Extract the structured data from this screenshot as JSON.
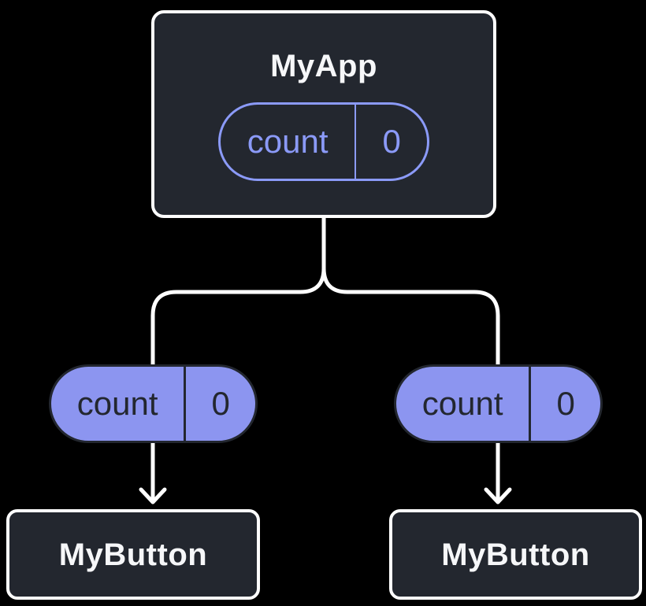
{
  "colors": {
    "background": "#000000",
    "node_fill": "#23272F",
    "node_border": "#FFFFFF",
    "accent_purple": "#8B9AF8",
    "pill_fill": "#8C95F0",
    "pill_dark": "#23272F",
    "connector": "#FFFFFF"
  },
  "root_node": {
    "title": "MyApp",
    "pill": {
      "key": "count",
      "value": "0"
    }
  },
  "left_branch": {
    "pill": {
      "key": "count",
      "value": "0"
    },
    "node": {
      "title": "MyButton"
    }
  },
  "right_branch": {
    "pill": {
      "key": "count",
      "value": "0"
    },
    "node": {
      "title": "MyButton"
    }
  }
}
